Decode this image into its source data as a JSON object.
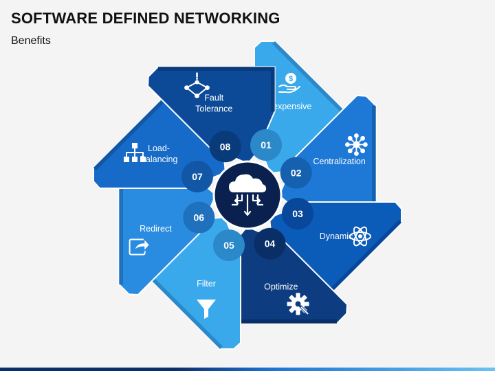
{
  "title": "SOFTWARE DEFINED NETWORKING",
  "subtitle": "Benefits",
  "center_icon": "cloud-network-icon",
  "segments": [
    {
      "number": "01",
      "lines": [
        "Inexpensive"
      ],
      "icon": "hand-money-icon",
      "color": "#39a9ec",
      "edge": "#2b88c9"
    },
    {
      "number": "02",
      "lines": [
        "Centralization"
      ],
      "icon": "hub-network-icon",
      "color": "#1e78d6",
      "edge": "#1660b0"
    },
    {
      "number": "03",
      "lines": [
        "Dynamic"
      ],
      "icon": "atom-icon",
      "color": "#0b5bb8",
      "edge": "#08479a"
    },
    {
      "number": "04",
      "lines": [
        "Optimize"
      ],
      "icon": "gear-wrench-icon",
      "color": "#0d3c80",
      "edge": "#0a2f66"
    },
    {
      "number": "05",
      "lines": [
        "Filter"
      ],
      "icon": "filter-icon",
      "color": "#39a9ec",
      "edge": "#2b88c9"
    },
    {
      "number": "06",
      "lines": [
        "Redirect"
      ],
      "icon": "share-arrow-icon",
      "color": "#2a8ce0",
      "edge": "#1f70bd"
    },
    {
      "number": "07",
      "lines": [
        "Load-",
        "Balancing"
      ],
      "icon": "hierarchy-icon",
      "color": "#176bc8",
      "edge": "#1256a6"
    },
    {
      "number": "08",
      "lines": [
        "Fault",
        "Tolerance"
      ],
      "icon": "network-fault-icon",
      "color": "#0c4a98",
      "edge": "#093a7a"
    }
  ],
  "colors": {
    "center": "#0a2150",
    "dark_navy": "#0d3c80",
    "light_blue": "#39a9ec",
    "background": "#f4f4f4"
  }
}
